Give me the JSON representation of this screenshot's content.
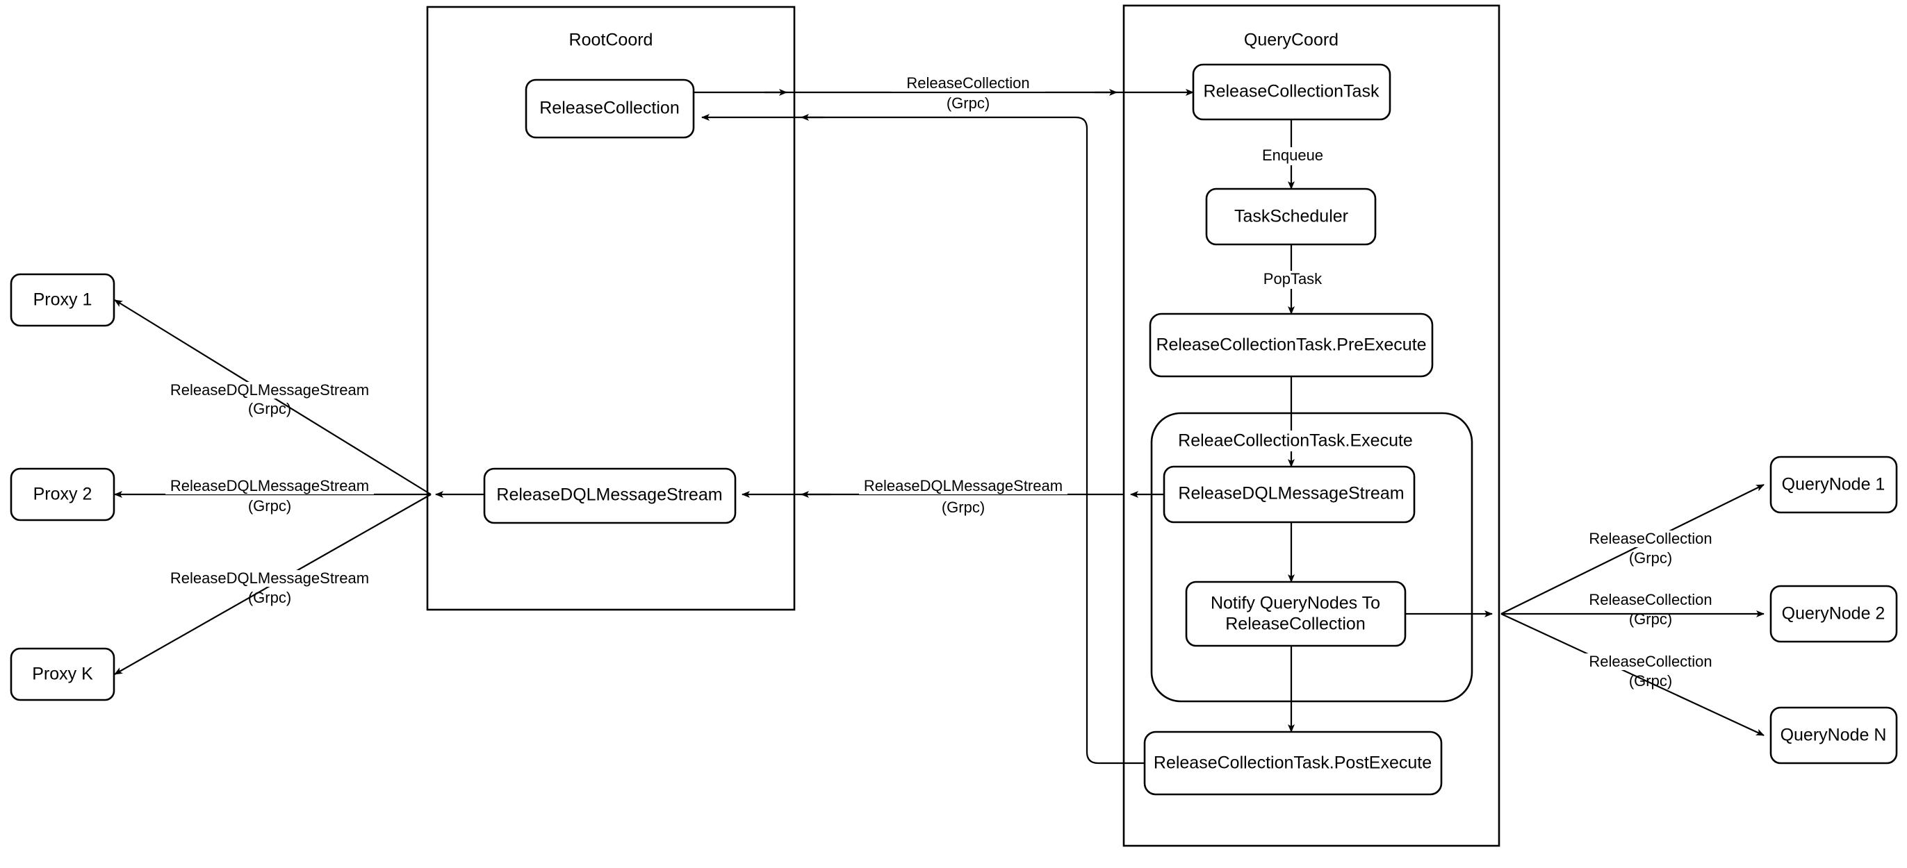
{
  "diagram": {
    "title": "Milvus ReleaseCollection flow",
    "background": "#ffffff",
    "stroke_color": "#000000",
    "fill_color": "#ffffff"
  },
  "groups": {
    "rootcoord": {
      "label": "RootCoord"
    },
    "querycoord": {
      "label": "QueryCoord"
    },
    "execute": {
      "label": "ReleaeCollectionTask.Execute"
    }
  },
  "nodes": {
    "proxy1": {
      "label": "Proxy 1"
    },
    "proxy2": {
      "label": "Proxy 2"
    },
    "proxyk": {
      "label": "Proxy K"
    },
    "rc_release_collection": {
      "label": "ReleaseCollection"
    },
    "rc_release_dql": {
      "label": "ReleaseDQLMessageStream"
    },
    "qc_task": {
      "label": "ReleaseCollectionTask"
    },
    "qc_scheduler": {
      "label": "TaskScheduler"
    },
    "qc_preexecute": {
      "label": "ReleaseCollectionTask.PreExecute"
    },
    "qc_release_dql": {
      "label": "ReleaseDQLMessageStream"
    },
    "qc_notify": {
      "label_line1": "Notify QueryNodes To",
      "label_line2": "ReleaseCollection"
    },
    "qc_postexecute": {
      "label": "ReleaseCollectionTask.PostExecute"
    },
    "querynode1": {
      "label": "QueryNode 1"
    },
    "querynode2": {
      "label": "QueryNode 2"
    },
    "querynoden": {
      "label": "QueryNode N"
    }
  },
  "edge_labels": {
    "release_collection_grpc_line1": "ReleaseCollection",
    "release_collection_grpc_line2": "(Grpc)",
    "release_dql_grpc_line1": "ReleaseDQLMessageStream",
    "release_dql_grpc_line2": "(Grpc)",
    "enqueue": "Enqueue",
    "poptask": "PopTask"
  }
}
